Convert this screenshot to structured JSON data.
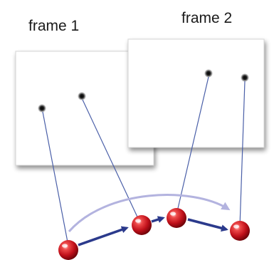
{
  "frames": [
    {
      "label": "frame 1",
      "detection_count": 2
    },
    {
      "label": "frame 2",
      "detection_count": 2
    }
  ],
  "trajectory": {
    "particle_count": 4,
    "link_count": 3
  },
  "colors": {
    "link_line": "#4a5fa8",
    "arrow": "#2b3a8c",
    "predicted_arc": "#b3b3df",
    "particle": "#c8141e",
    "frame_panel": "#ffffff",
    "detection_spot": "#111111"
  }
}
